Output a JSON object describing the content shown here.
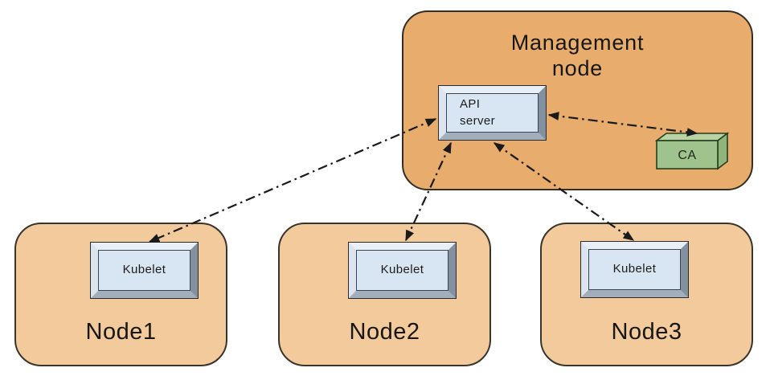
{
  "management_node": {
    "title_line1": "Management",
    "title_line2": "node",
    "api_server": {
      "line1": "API",
      "line2": "server"
    },
    "ca_label": "CA"
  },
  "nodes": [
    {
      "label": "Node1",
      "component": "Kubelet"
    },
    {
      "label": "Node2",
      "component": "Kubelet"
    },
    {
      "label": "Node3",
      "component": "Kubelet"
    }
  ],
  "edges": [
    {
      "from": "api-server",
      "to": "node1-kubelet",
      "line_style": "dash-dot",
      "arrows": "both"
    },
    {
      "from": "api-server",
      "to": "node2-kubelet",
      "line_style": "dash-dot",
      "arrows": "both"
    },
    {
      "from": "api-server",
      "to": "node3-kubelet",
      "line_style": "dash-dot",
      "arrows": "both"
    },
    {
      "from": "api-server",
      "to": "ca",
      "line_style": "dash-dot",
      "arrows": "both"
    }
  ],
  "colors": {
    "management_node_fill": "#e8ad6d",
    "worker_node_fill": "#f2ca9c",
    "component_face": "#d8e5f3",
    "bevel_light": "#e9eff7",
    "bevel_dark": "#8290a0",
    "ca_front": "#9fc38c",
    "ca_top": "#b8d4a5",
    "ca_side": "#8fb57c",
    "connector_line": "#1a1a1a",
    "text": "#181613"
  }
}
